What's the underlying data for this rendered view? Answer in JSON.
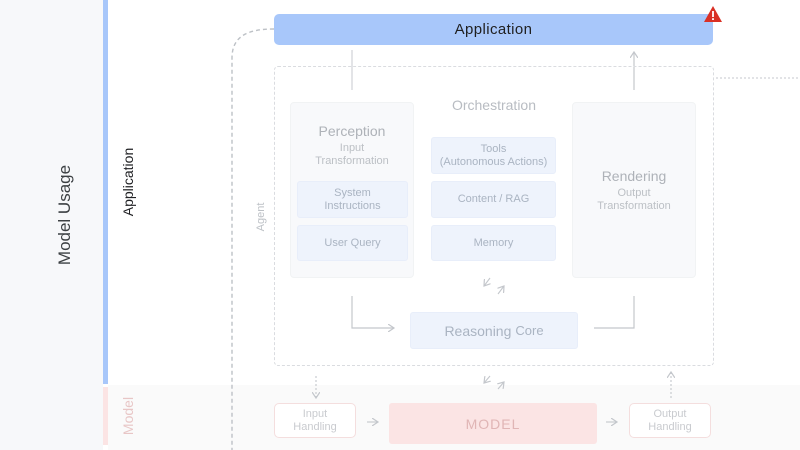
{
  "labels": {
    "model_usage": "Model Usage",
    "application_rail": "Application",
    "model_rail": "Model",
    "agent": "Agent"
  },
  "application_bar": {
    "label": "Application"
  },
  "warning": {
    "icon": "warning-triangle-icon",
    "color": "#d93025"
  },
  "orchestration": {
    "title": "Orchestration",
    "perception": {
      "title": "Perception",
      "subtitle": "Input\nTransformation",
      "items": [
        "System\nInstructions",
        "User Query"
      ]
    },
    "center_items": [
      "Tools\n(Autonomous Actions)",
      "Content / RAG",
      "Memory"
    ],
    "rendering": {
      "title": "Rendering",
      "subtitle": "Output\nTransformation"
    },
    "reasoning": {
      "main": "Reasoning",
      "core": "Core"
    }
  },
  "model_row": {
    "input_handling": "Input\nHandling",
    "model": "MODEL",
    "output_handling": "Output\nHandling"
  },
  "colors": {
    "application": "#a8c7fa",
    "model": "#fbe4e4",
    "chip": "#eef3fc"
  }
}
